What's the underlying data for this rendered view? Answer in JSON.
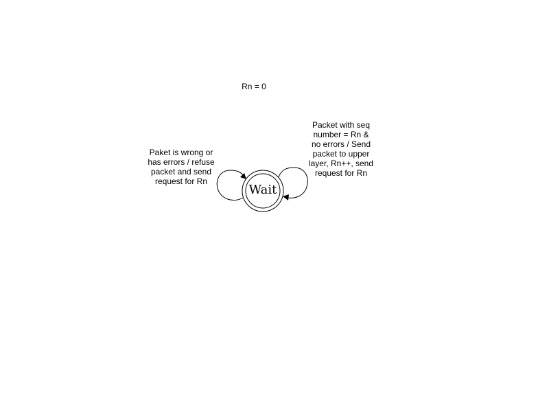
{
  "diagram": {
    "initial_condition": "Rn = 0",
    "state": {
      "name": "Wait",
      "type": "accepting"
    },
    "transitions": [
      {
        "id": "self-loop-left",
        "label": "Paket is wrong or\nhas errors / refuse\npacket and send\nrequest for Rn"
      },
      {
        "id": "self-loop-right",
        "label": "Packet with seq\nnumber = Rn &\nno errors / Send\npacket to upper\nlayer, Rn++, send\nrequest for Rn"
      }
    ],
    "colors": {
      "stroke": "#000000",
      "background": "#ffffff"
    }
  }
}
